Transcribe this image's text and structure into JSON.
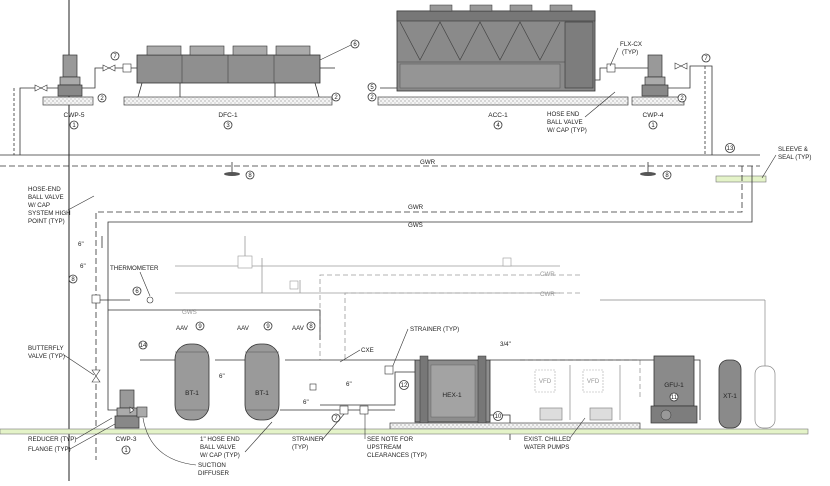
{
  "equipment": {
    "cwp5": {
      "tag": "CWP-5",
      "num": "1"
    },
    "dfc1": {
      "tag": "DFC-1",
      "num": "3"
    },
    "acc1": {
      "tag": "ACC-1",
      "num": "4"
    },
    "cwp4": {
      "tag": "CWP-4",
      "num": "1"
    },
    "cwp3": {
      "tag": "CWP-3",
      "num": "1"
    },
    "bt1a": {
      "tag": "BT-1"
    },
    "bt1b": {
      "tag": "BT-1"
    },
    "hex1": {
      "tag": "HEX-1"
    },
    "gfu1": {
      "tag": "GFU-1"
    },
    "xt1": {
      "tag": "XT-1"
    },
    "vfd": "VFD"
  },
  "pipe_labels": {
    "gwr": "GWR",
    "gws": "GWS",
    "cwr": "CWR",
    "cws": "CWS",
    "cxe": "CXE",
    "size_34": "3/4\"",
    "size_6": "6\""
  },
  "callouts": {
    "flx_cx": [
      "FLX-CX",
      "(TYP)"
    ],
    "hose_end_top": [
      "HOSE END",
      "BALL VALVE",
      "W/ CAP (TYP)"
    ],
    "sleeve_seal": [
      "SLEEVE &",
      "SEAL (TYP)"
    ],
    "hose_end_high": [
      "HOSE-END",
      "BALL VALVE",
      "W/ CAP",
      "SYSTEM HIGH",
      "POINT (TYP)"
    ],
    "thermometer": "THERMOMETER",
    "butterfly": [
      "BUTTERFLY",
      "VALVE (TYP)"
    ],
    "strainer_top": "STRAINER (TYP)",
    "reducer": "REDUCER (TYP)",
    "flange": "FLANGE (TYP)",
    "hose_end_bottom": [
      "1\" HOSE END",
      "BALL VALVE",
      "W/ CAP (TYP)"
    ],
    "suction_diffuser": [
      "SUCTION",
      "DIFFUSER"
    ],
    "strainer_bottom": [
      "STRAINER",
      "(TYP)"
    ],
    "see_note": [
      "SEE NOTE FOR",
      "UPSTREAM",
      "CLEARANCES (TYP)"
    ],
    "exist_pumps": [
      "EXIST. CHILLED",
      "WATER PUMPS"
    ],
    "aav": "AAV"
  },
  "key_notes": {
    "n2": "2",
    "n6": "6",
    "n7": "7",
    "n8": "8",
    "n9": "9",
    "n10": "10",
    "n11": "11",
    "n12": "12",
    "n13": "13",
    "n14": "14",
    "n5": "5"
  },
  "colors": {
    "line": "#333333",
    "grey_equipment": "#8f8f8f",
    "dashed_grey": "#9a9a9a"
  }
}
